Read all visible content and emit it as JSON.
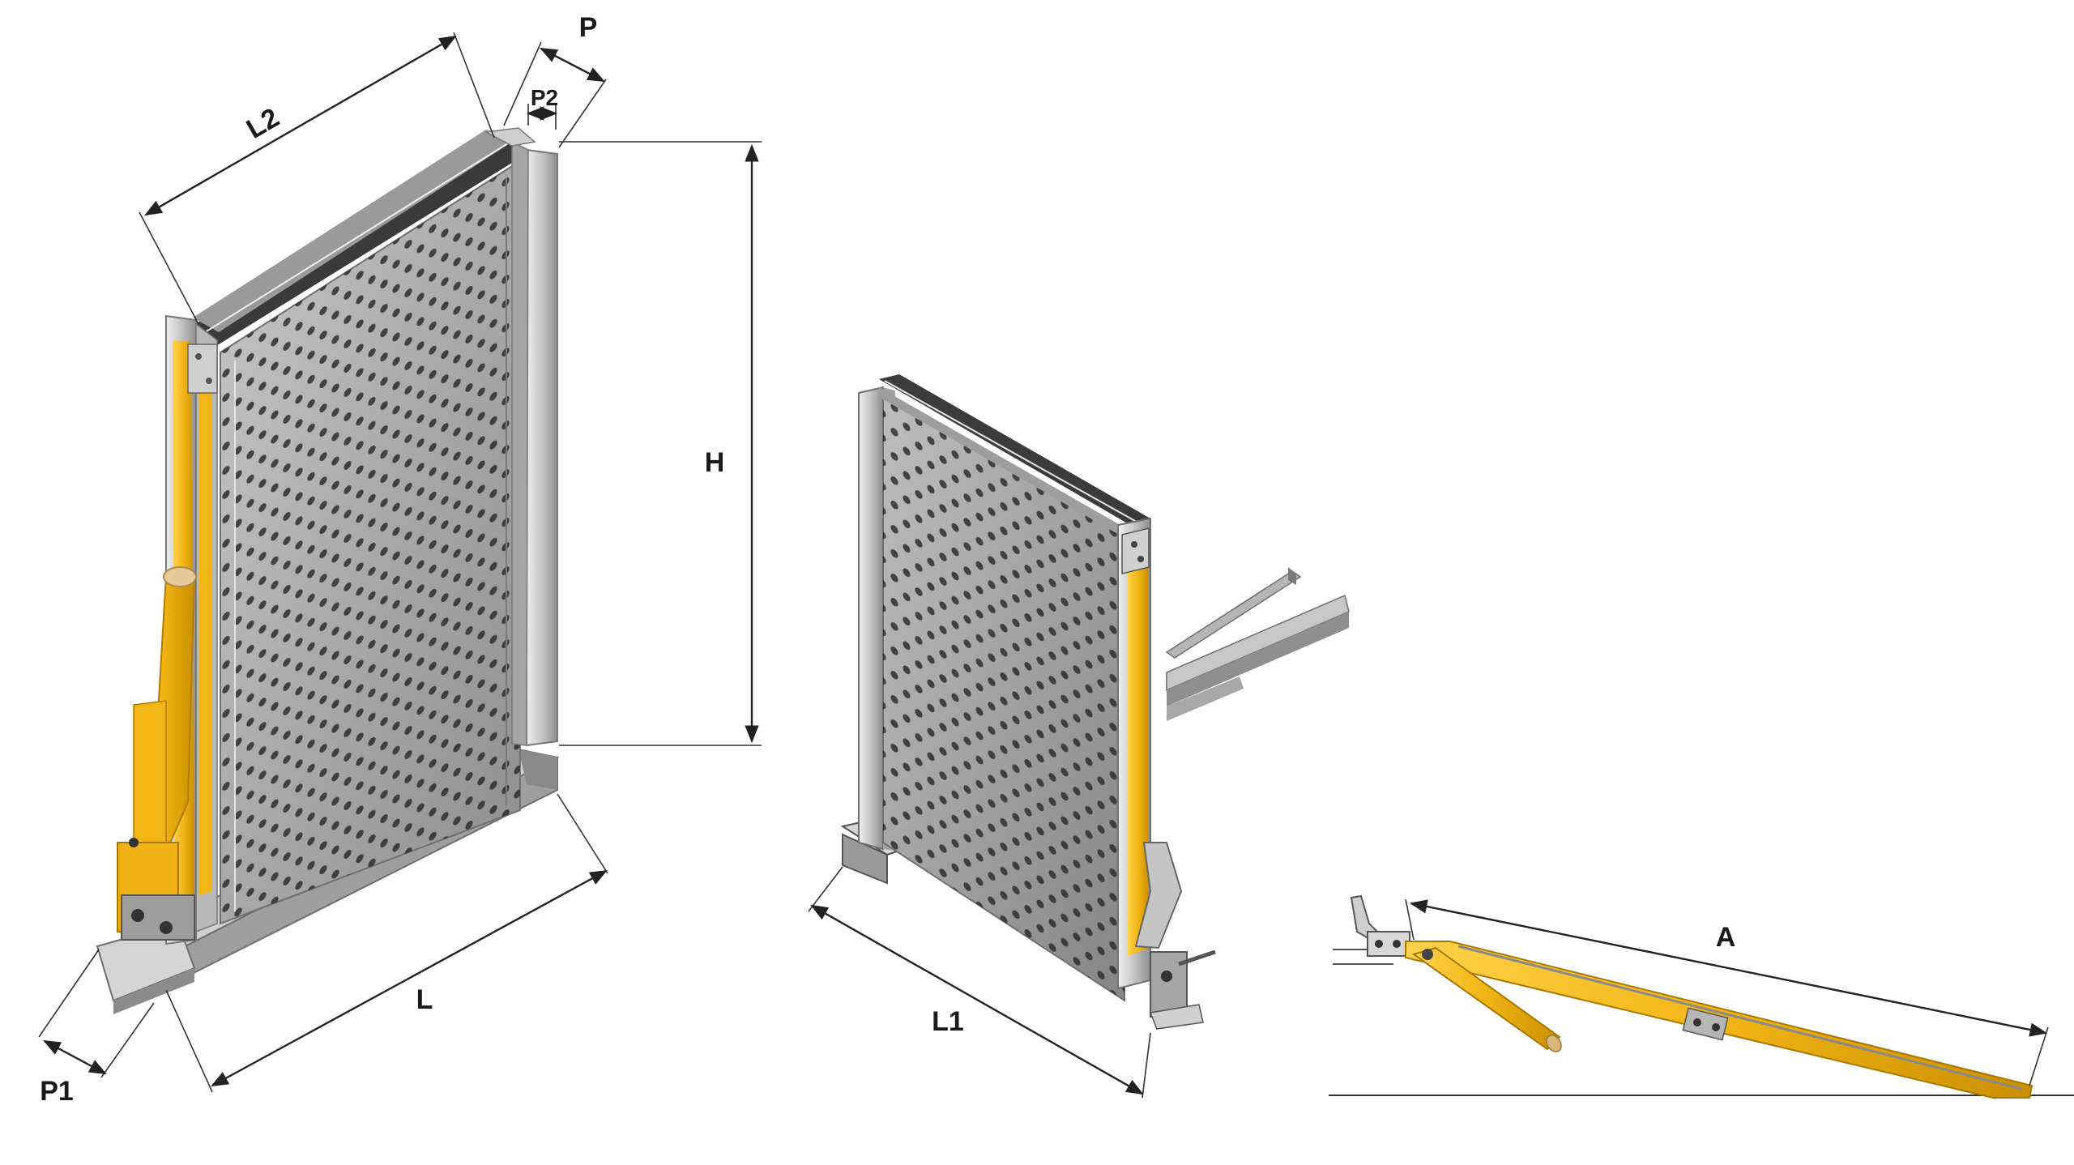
{
  "dimensions": {
    "L2": "L2",
    "P": "P",
    "P2": "P2",
    "H": "H",
    "L": "L",
    "P1": "P1",
    "L1": "L1",
    "A": "A"
  },
  "colors": {
    "steel_light": "#d9d9d9",
    "steel_mid": "#a8a8a8",
    "steel_dark": "#6a6a6a",
    "yellow": "#f2b516",
    "yellow_dark": "#c98f00",
    "line": "#222222"
  },
  "views": [
    "rack-front-iso-view",
    "rack-rear-iso-view",
    "lever-side-view"
  ]
}
